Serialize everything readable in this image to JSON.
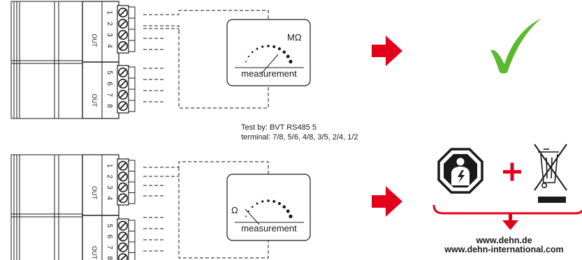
{
  "colors": {
    "arrow": "#e3001b",
    "check": "#5cb82c",
    "bracket": "#e3001b",
    "line": "#1a1a1a"
  },
  "top_panel": {
    "terminal_numbers": [
      "1",
      "2",
      "3",
      "4",
      "5",
      "6",
      "7",
      "8"
    ],
    "group_labels": [
      "OUT",
      "OUT"
    ],
    "meter_unit": "MΩ",
    "meter_label": "measurement",
    "result_icon": "checkmark-icon"
  },
  "test_info": {
    "line1": "Test by: BVT RS485 5",
    "line2": "terminal: 7/8, 5/6, 4/8, 3/5, 2/4, 1/2"
  },
  "bottom_panel": {
    "terminal_numbers": [
      "1",
      "2",
      "3",
      "4",
      "5",
      "6",
      "7",
      "8"
    ],
    "group_labels": [
      "OUT",
      "OUT"
    ],
    "meter_unit": "Ω",
    "meter_label": "measurement",
    "result_icons": [
      "electrician-icon",
      "plus-icon",
      "crossed-bin-icon"
    ],
    "urls": [
      "www.dehn.de",
      "www.dehn-international.com"
    ]
  }
}
